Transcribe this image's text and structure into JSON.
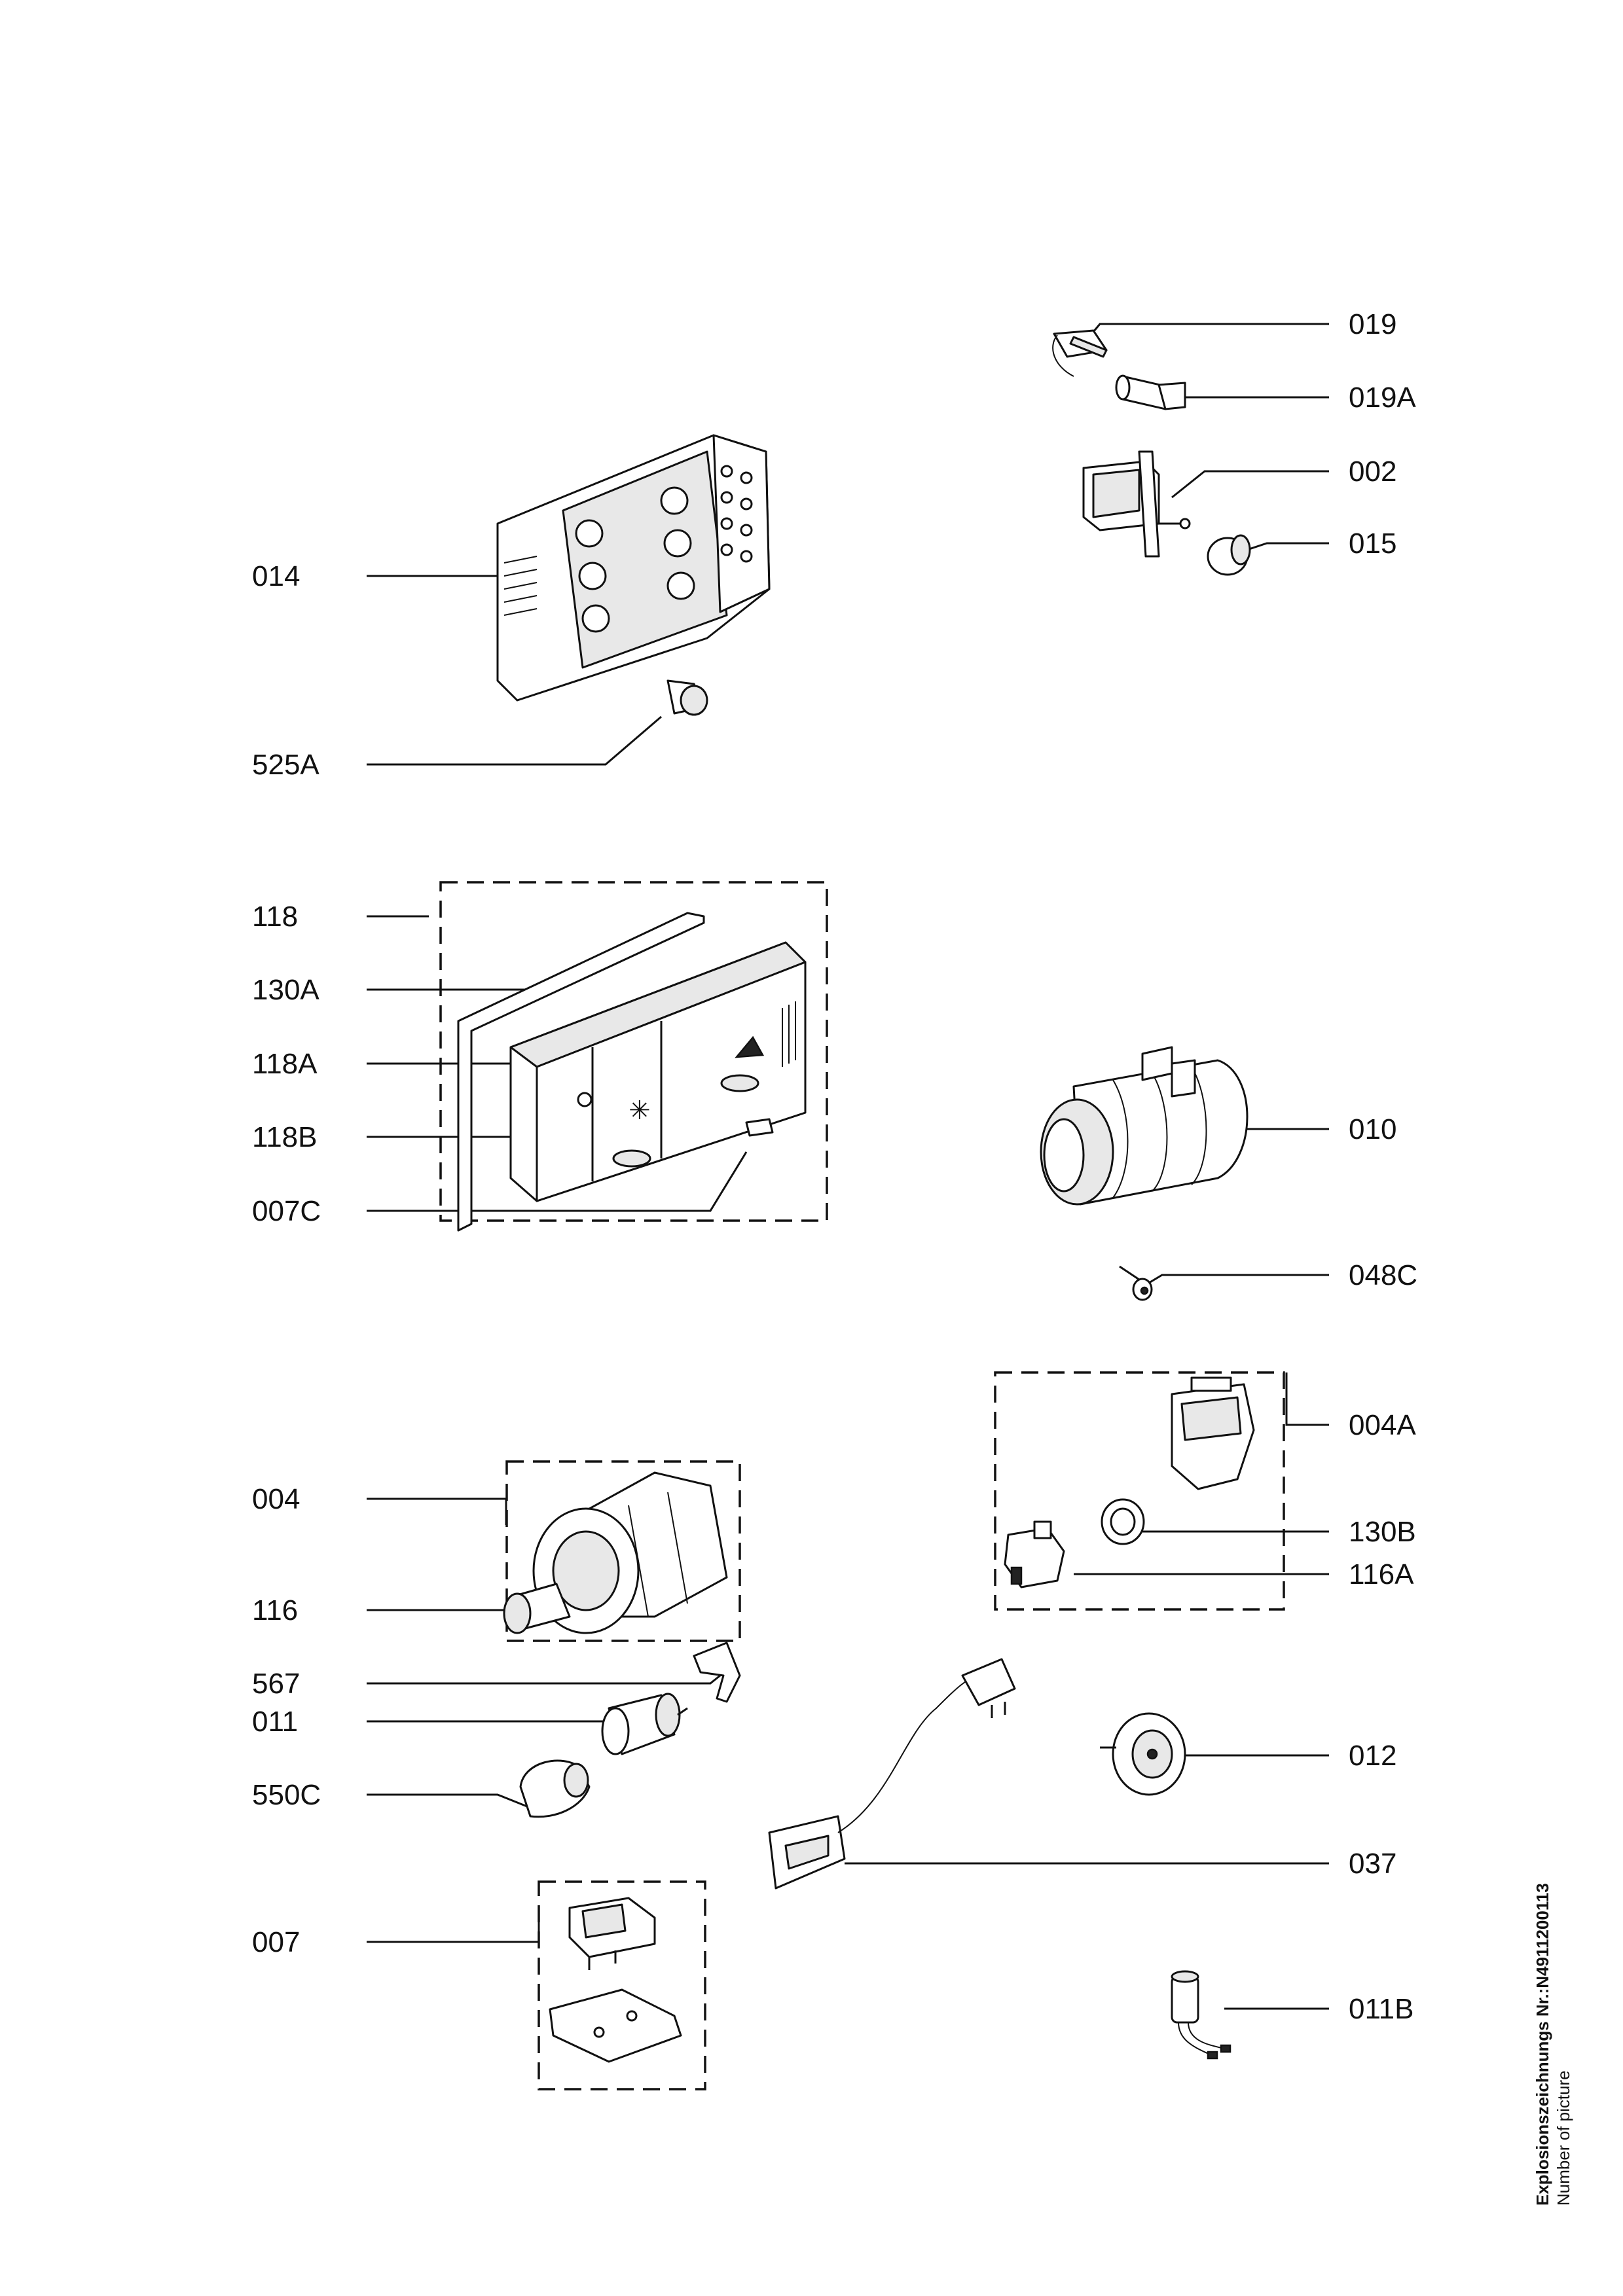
{
  "labels": {
    "l019": "019",
    "l019A": "019A",
    "l002": "002",
    "l015": "015",
    "l014": "014",
    "l525A": "525A",
    "l118": "118",
    "l130A": "130A",
    "l118A": "118A",
    "l118B": "118B",
    "l007C": "007C",
    "l010": "010",
    "l048C": "048C",
    "l004A": "004A",
    "l130B": "130B",
    "l116A": "116A",
    "l004": "004",
    "l116": "116",
    "l567": "567",
    "l011": "011",
    "l550C": "550C",
    "l012": "012",
    "l037": "037",
    "l007": "007",
    "l011B": "011B"
  },
  "side": {
    "title": "Explosionszeichnungs Nr.:N4911200113",
    "subtitle": "Number of picture"
  }
}
